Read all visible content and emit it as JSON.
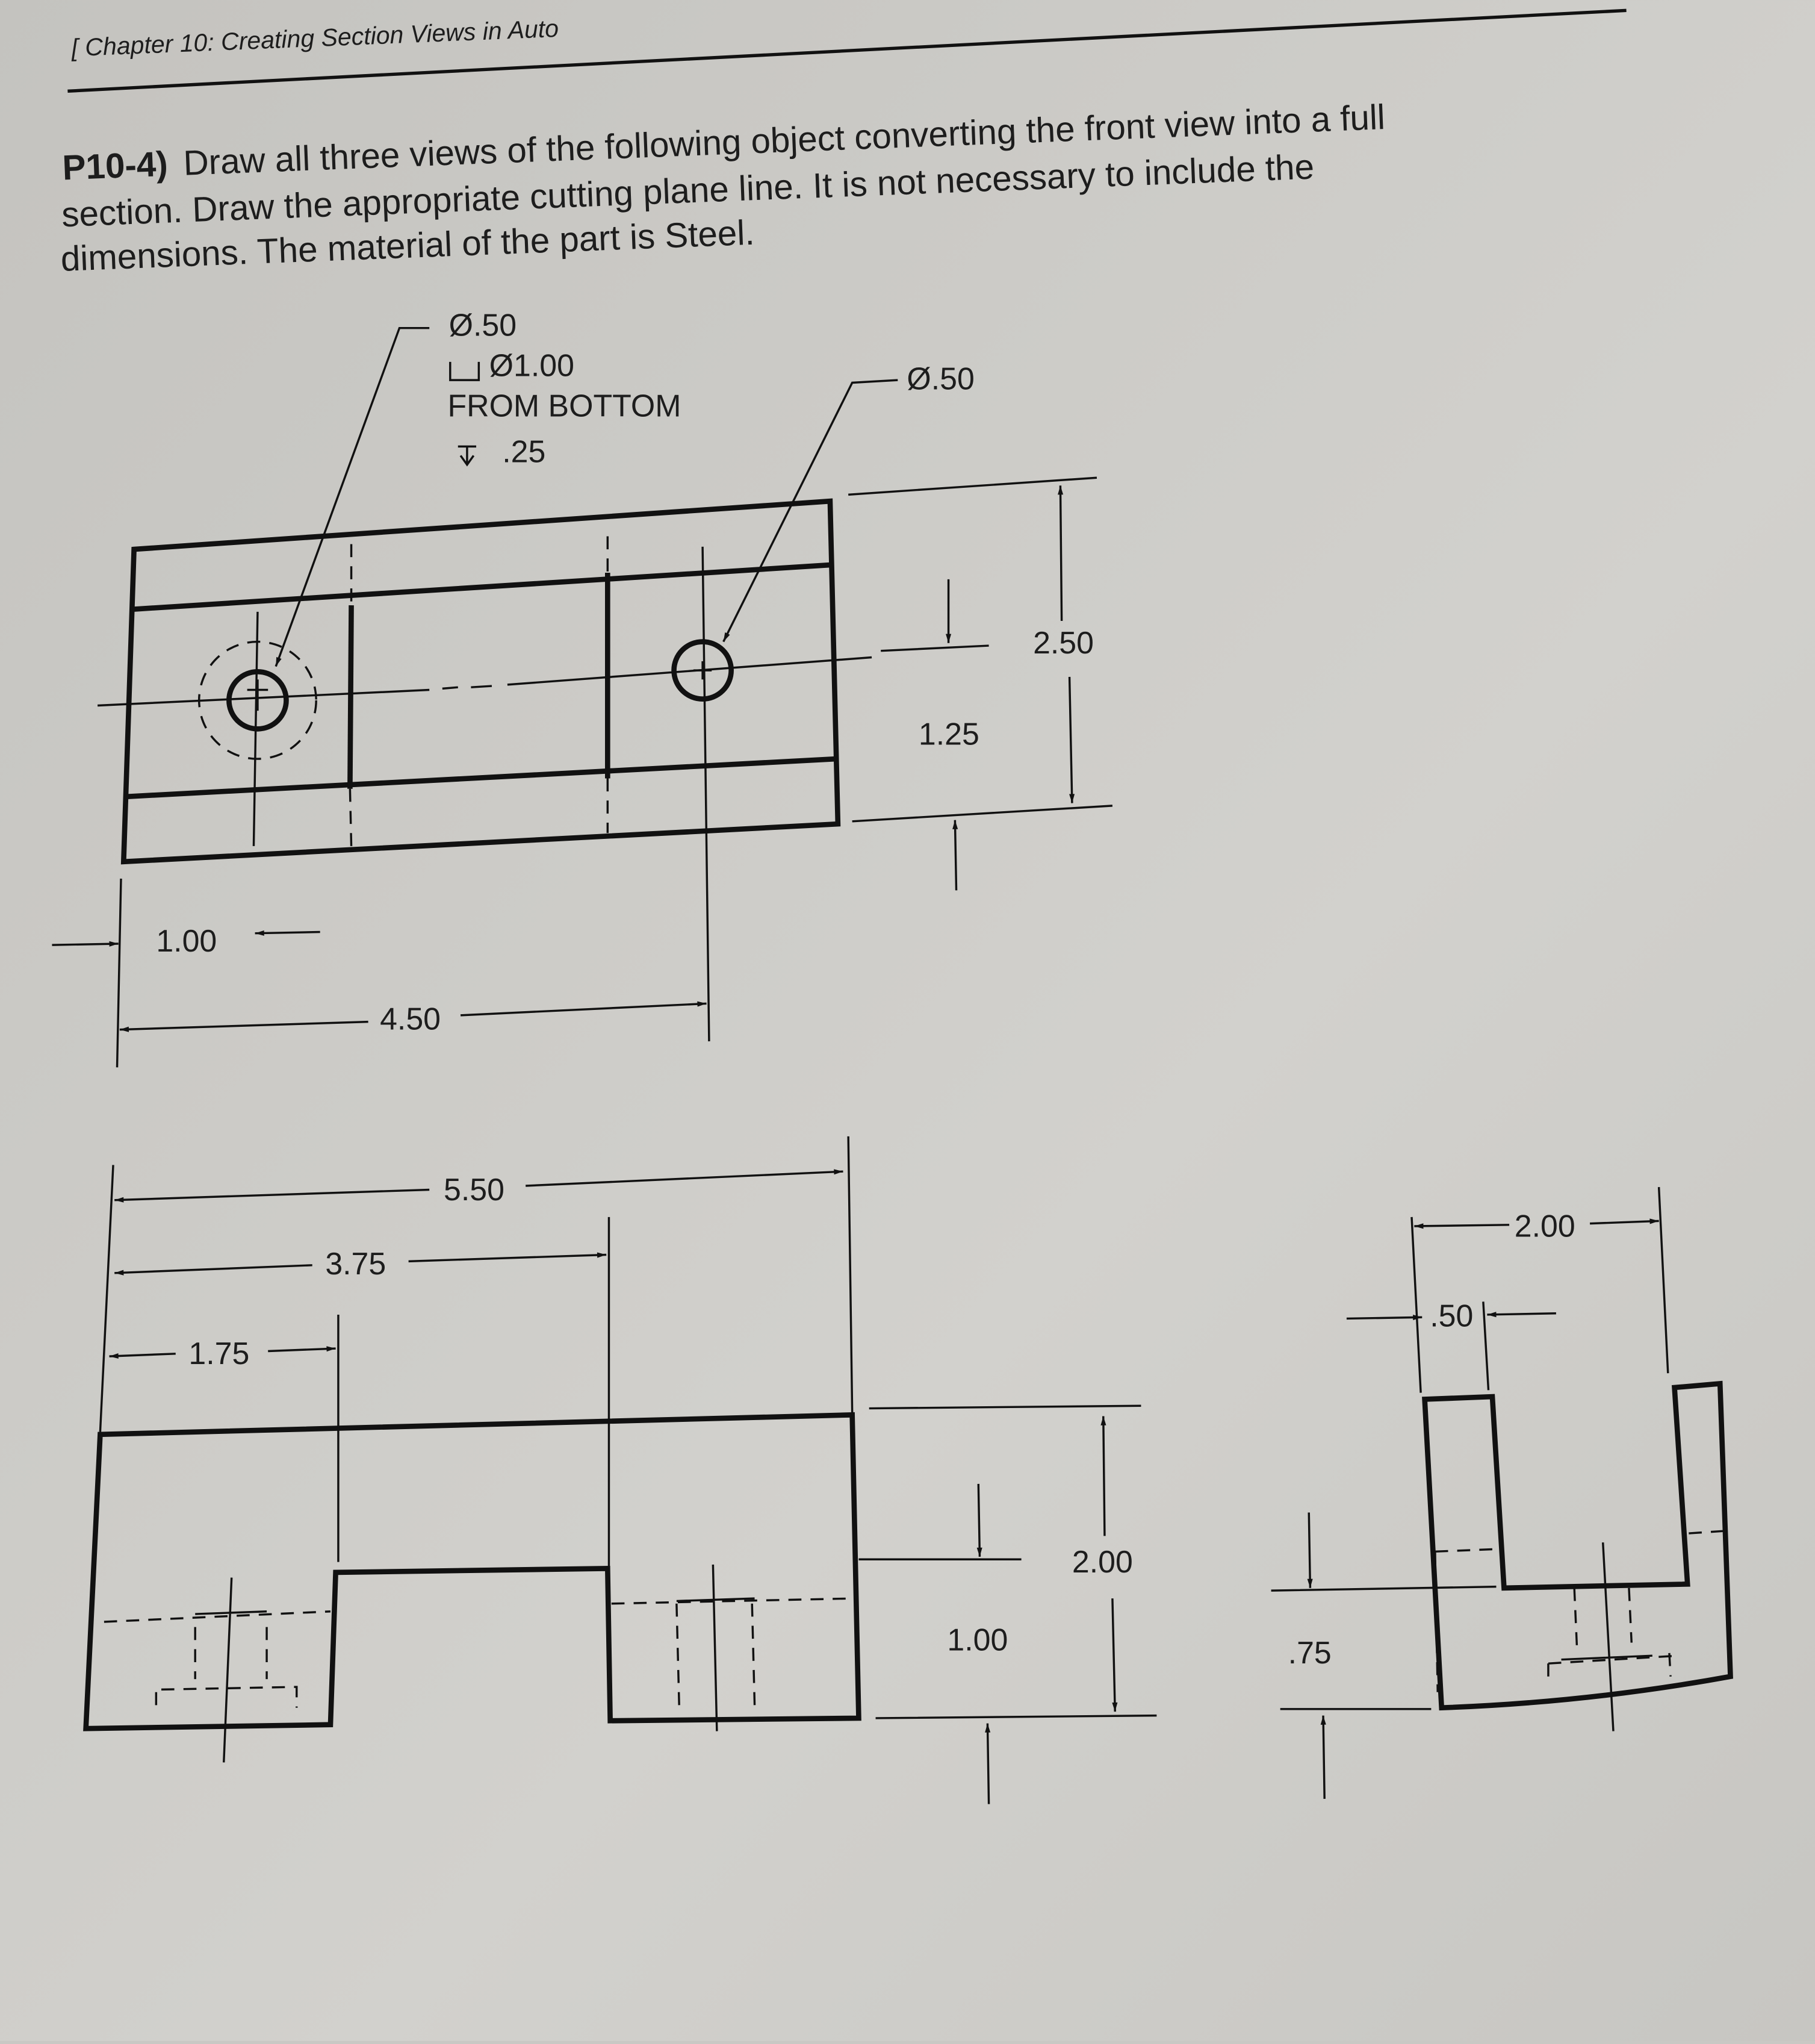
{
  "header": {
    "chapter": "[ Chapter 10:  Creating Section Views in Auto"
  },
  "problem": {
    "number": "P10-4)",
    "line1": "Draw all three views of the following object converting the front view into a full",
    "line2": "section.  Draw the appropriate cutting plane line.   It is not necessary to include the",
    "line3": "dimensions.  The material of the part is Steel."
  },
  "top_view": {
    "callout_left": [
      "Ø.50",
      "Ø1.00",
      "FROM BOTTOM",
      ".25"
    ],
    "callout_right": "Ø.50",
    "dims": {
      "height_total": "2.50",
      "hole_y": "1.25",
      "hole_left_x": "1.00",
      "hole_right_x": "4.50"
    }
  },
  "front_view": {
    "dims": {
      "width_total": "5.50",
      "step_right": "3.75",
      "step_left": "1.75",
      "height_total": "2.00",
      "step_height": "1.00"
    }
  },
  "side_view": {
    "dims": {
      "width_total": "2.00",
      "wall": ".50",
      "base": ".75"
    }
  },
  "colors": {
    "paper": "#c9c8c4",
    "ink": "#111111"
  }
}
